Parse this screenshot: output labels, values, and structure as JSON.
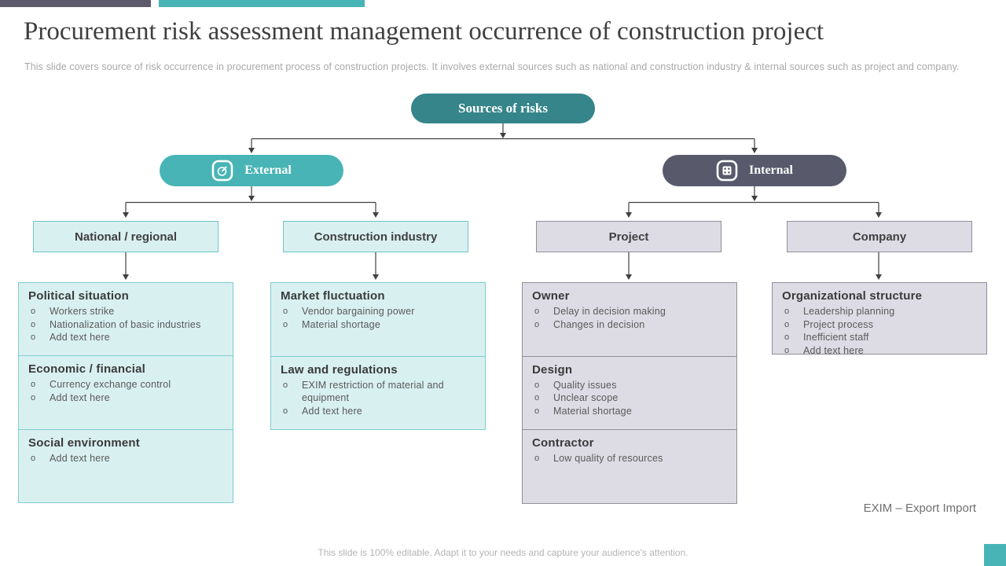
{
  "slide": {
    "title": "Procurement risk assessment management occurrence of construction project",
    "subtitle": "This slide covers source of risk occurrence in procurement process of construction projects. It involves external sources such as national and construction industry & internal sources such as project and company.",
    "footer": "This slide is 100% editable. Adapt it to your needs and capture your audience's attention.",
    "abbreviation_note": "EXIM – Export Import"
  },
  "diagram": {
    "root": {
      "label": "Sources of risks"
    },
    "branches": [
      {
        "label": "External",
        "icon": "gauge-icon"
      },
      {
        "label": "Internal",
        "icon": "keypad-icon"
      }
    ],
    "bullet_marker": "o",
    "columns": [
      {
        "header": "National / regional",
        "branch": "External",
        "theme": "mint",
        "sections": [
          {
            "title": "Political situation",
            "items": [
              "Workers strike",
              "Nationalization of basic industries",
              "Add text here"
            ]
          },
          {
            "title": "Economic / financial",
            "items": [
              "Currency exchange control",
              "Add text here"
            ]
          },
          {
            "title": "Social environment",
            "items": [
              "Add text here"
            ]
          }
        ]
      },
      {
        "header": "Construction industry",
        "branch": "External",
        "theme": "mint",
        "sections": [
          {
            "title": "Market fluctuation",
            "items": [
              "Vendor bargaining power",
              "Material shortage"
            ]
          },
          {
            "title": "Law and regulations",
            "items": [
              "EXIM restriction of material and equipment",
              "Add text here"
            ]
          }
        ]
      },
      {
        "header": "Project",
        "branch": "Internal",
        "theme": "gray",
        "sections": [
          {
            "title": "Owner",
            "items": [
              "Delay in decision making",
              "Changes in decision"
            ]
          },
          {
            "title": "Design",
            "items": [
              "Quality issues",
              "Unclear scope",
              "Material shortage"
            ]
          },
          {
            "title": "Contractor",
            "items": [
              "Low quality of resources"
            ]
          }
        ]
      },
      {
        "header": "Company",
        "branch": "Internal",
        "theme": "gray",
        "sections": [
          {
            "title": "Organizational structure",
            "items": [
              "Leadership planning",
              "Project process",
              "Inefficient staff",
              "Add text here"
            ]
          }
        ]
      }
    ]
  },
  "colors": {
    "accent_teal": "#48b4b5",
    "teal_dark": "#35858a",
    "slate": "#585a6c",
    "mint_fill": "#d9f0f1",
    "mint_border": "#7fcccd",
    "gray_fill": "#dddce4",
    "gray_border": "#8f8f9a",
    "connector": "#404040"
  }
}
